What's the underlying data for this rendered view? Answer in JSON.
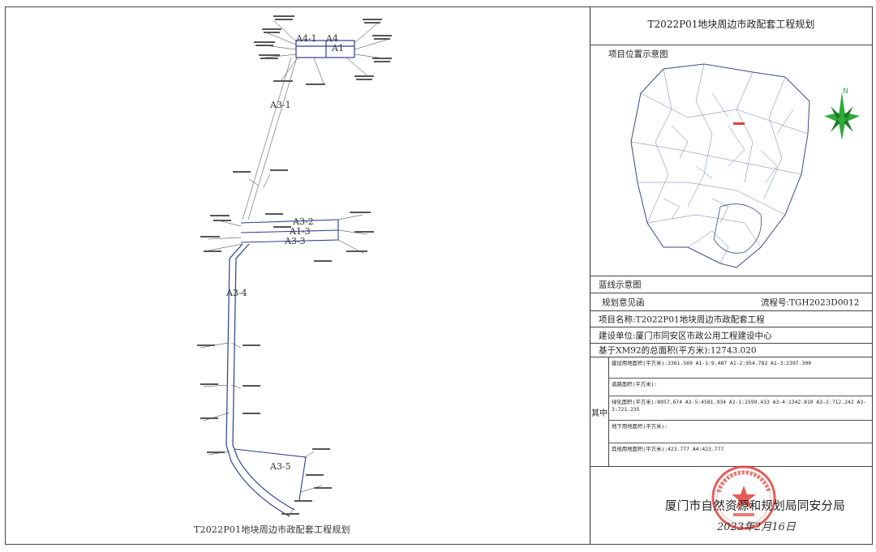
{
  "sheet": {
    "title": "T2022P01地块周边市政配套工程规划",
    "bottom_title": "T2022P01地块周边市政配套工程规划"
  },
  "plan_labels": {
    "a4_1": "A4-1",
    "a4": "A4",
    "a1": "A1",
    "a3_1": "A3-1",
    "a3_2": "A3-2",
    "a1_3": "A1-3",
    "a3_3": "A3-3",
    "a3_4": "A3-4",
    "a3_5": "A3-5"
  },
  "location_map": {
    "label": "项目位置示意图",
    "north": "N"
  },
  "rows": {
    "blueline": "蓝线示意图",
    "opinion": "规划意见函",
    "flow_no": "流程号:TGH2023D0012",
    "project_name": "项目名称:T2022P01地块周边市政配套工程",
    "builder": "建设单位:厦门市同安区市政公用工程建设中心",
    "total_area": "基于XM92的总面积(平方米):12743.020"
  },
  "breakdown": {
    "label": "其中",
    "construction": "建设用地面积(平方米):3361.569 A1-1:9.487 A1-2:954.782 A1-3:2397.300",
    "road": "道路面积(平方米):",
    "green": "绿化面积(平方米):8957.674 A3-5:4581.934 A3-1:1599.433 A3-4:1342.810 A3-2:712.242 A3-3:721.235",
    "underground": "地下用地面积(平方米):",
    "other": "其他用地面积(平方米):423.777 A4:423.777"
  },
  "footer": {
    "office": "厦门市自然资源和规划局同安分局",
    "date": "2023年2月16日"
  },
  "stamp": {
    "text": "厦门市自然资源和规划局同安分局"
  },
  "colors": {
    "plan_line": "#2a3f8f",
    "stamp": "#e0403a",
    "compass": "#2eaa3a"
  }
}
